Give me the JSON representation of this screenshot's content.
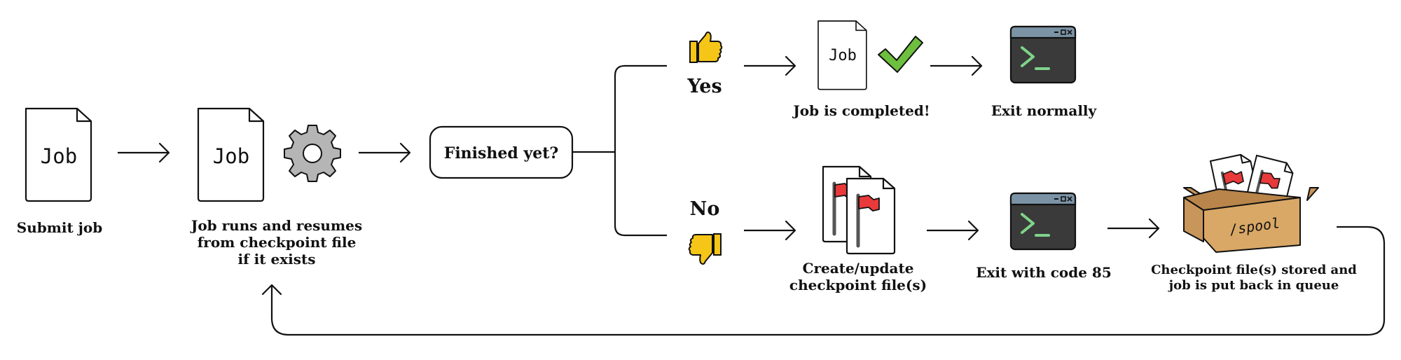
{
  "labels": {
    "submit": "Submit job",
    "runs_1": "Job runs and resumes",
    "runs_2": "from checkpoint file",
    "runs_3": "if it exists",
    "decision": "Finished yet?",
    "yes": "Yes",
    "no": "No",
    "completed": "Job is completed!",
    "exit_normally": "Exit normally",
    "create_1": "Create/update",
    "create_2": "checkpoint file(s)",
    "exit_code": "Exit with code 85",
    "stored_1": "Checkpoint file(s) stored and",
    "stored_2": "job is put back in queue"
  },
  "document_text": "Job",
  "box_text": "/spool",
  "icons": [
    "document-icon",
    "gear-icon",
    "thumbs-up-icon",
    "thumbs-down-icon",
    "checkmark-icon",
    "terminal-icon",
    "checkpoint-files-icon",
    "spool-box-icon",
    "arrow-icon"
  ],
  "colors": {
    "thumb": "#f5c518",
    "check": "#6dbf3e",
    "terminal_bar": "#7b93a5",
    "terminal_body": "#3a3a3a",
    "prompt": "#7fd38a",
    "flag": "#e83a3a",
    "box": "#d9a866",
    "gear": "#b5b5b5"
  }
}
